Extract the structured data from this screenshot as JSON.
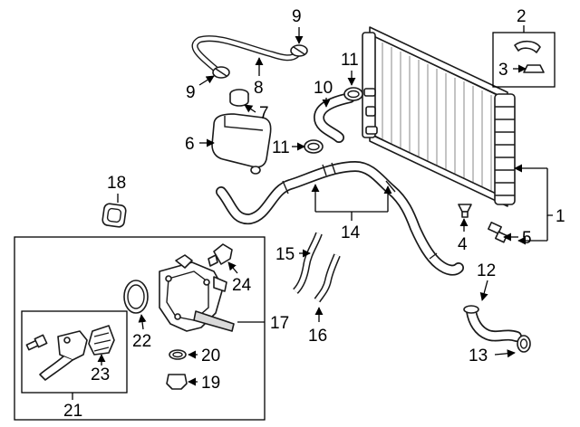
{
  "callouts": {
    "c1": "1",
    "c2": "2",
    "c3": "3",
    "c4": "4",
    "c5": "5",
    "c6": "6",
    "c7": "7",
    "c8": "8",
    "c9a": "9",
    "c9b": "9",
    "c10": "10",
    "c11a": "11",
    "c11b": "11",
    "c12": "12",
    "c13": "13",
    "c14": "14",
    "c15": "15",
    "c16": "16",
    "c17": "17",
    "c18": "18",
    "c19": "19",
    "c20": "20",
    "c21": "21",
    "c22": "22",
    "c23": "23",
    "c24": "24"
  }
}
